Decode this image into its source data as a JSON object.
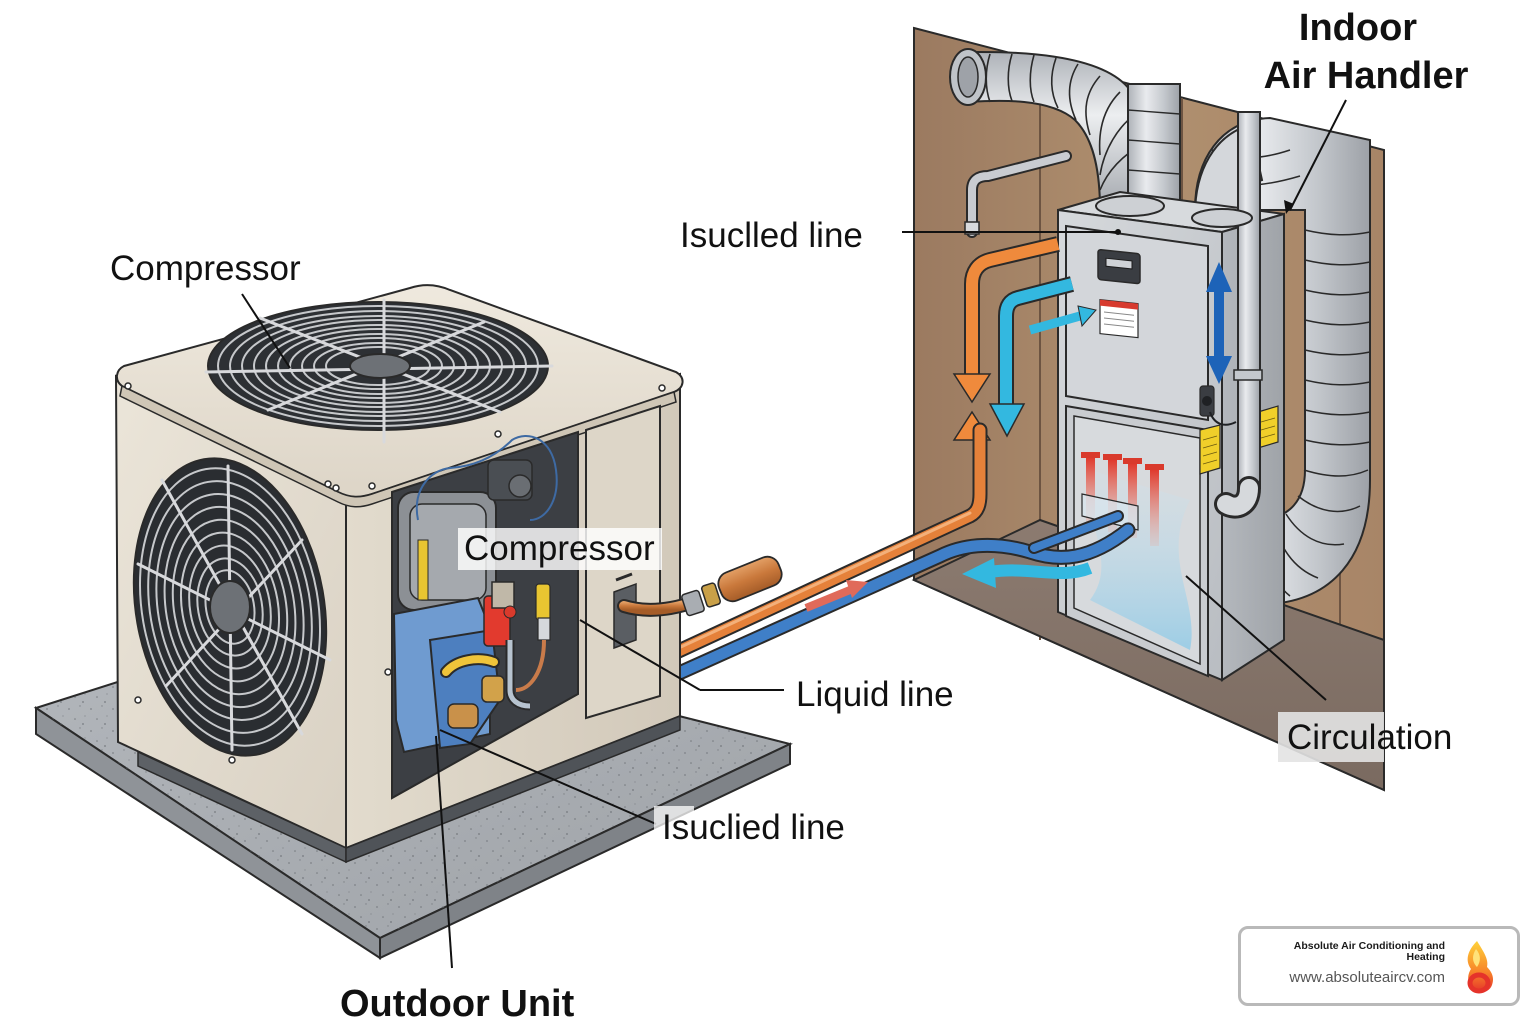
{
  "diagram": {
    "subject": "Split air conditioning system with outdoor condensing unit and indoor air handler",
    "labels": {
      "indoor_title_line1": "Indoor",
      "indoor_title_line2": "Air Handler",
      "compressor_top": "Compressor",
      "compressor_inner": "Compressor",
      "insulated_line_top": "Isuclled line",
      "liquid_line": "Liquid line",
      "insulated_line_bottom": "Isuclied line",
      "circulation": "Circulation",
      "outdoor_unit": "Outdoor Unit"
    },
    "components": [
      {
        "id": "outdoor-unit",
        "name": "Outdoor condensing unit"
      },
      {
        "id": "top-fan",
        "name": "Top discharge fan grille"
      },
      {
        "id": "side-fan",
        "name": "Side condenser fan grille"
      },
      {
        "id": "compressor",
        "name": "Compressor"
      },
      {
        "id": "concrete-pad",
        "name": "Concrete pad"
      },
      {
        "id": "suction-line",
        "name": "Insulated copper line (orange)"
      },
      {
        "id": "liquid-line",
        "name": "Liquid line (blue)"
      },
      {
        "id": "air-handler",
        "name": "Indoor air handler / furnace"
      },
      {
        "id": "ductwork",
        "name": "Flexible supply and return ducts"
      },
      {
        "id": "wall",
        "name": "Interior wall"
      }
    ],
    "flow_arrows": [
      {
        "id": "refrigerant-arrow",
        "color": "#e06a5a",
        "direction": "toward indoor unit"
      },
      {
        "id": "hot-line-down",
        "color": "#ef8a3c",
        "direction": "down"
      },
      {
        "id": "hot-line-up",
        "color": "#ef8a3c",
        "direction": "up"
      },
      {
        "id": "cool-air-down",
        "color": "#33b8e0",
        "direction": "down"
      },
      {
        "id": "cool-air-in",
        "color": "#33b8e0",
        "direction": "into unit"
      },
      {
        "id": "circulation-arrow",
        "color": "#1d63b8",
        "direction": "up/down"
      },
      {
        "id": "return-air-out",
        "color": "#33b8e0",
        "direction": "left"
      }
    ]
  },
  "colors": {
    "orange_line": "#e5813a",
    "blue_line": "#3f7fc8",
    "cyan_air": "#33b8e0",
    "unit_body": "#e4ddd0",
    "wall": "#a9866a",
    "metal": "#c9ccd1",
    "concrete": "#a9adb2"
  },
  "brand": {
    "name": "Absolute Air Conditioning and Heating",
    "url": "www.absoluteaircv.com",
    "logo_icon": "flame-icon"
  }
}
